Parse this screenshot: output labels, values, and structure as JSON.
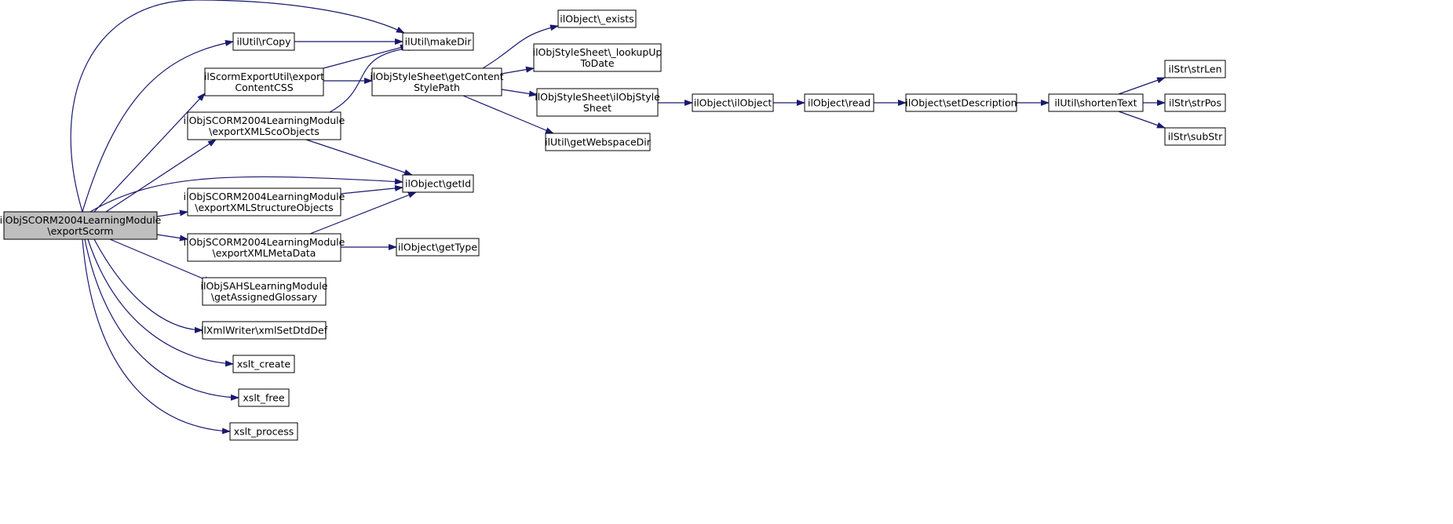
{
  "colors": {
    "edge": "#191970",
    "node_border": "#000000",
    "node_fill": "#ffffff",
    "root_fill": "#bfbfbf"
  },
  "nodes": {
    "exportScorm": {
      "lines": [
        "ilObjSCORM2004LearningModule",
        "\\exportScorm"
      ],
      "root": true
    },
    "rCopy": {
      "lines": [
        "ilUtil\\rCopy"
      ]
    },
    "makeDir": {
      "lines": [
        "ilUtil\\makeDir"
      ]
    },
    "exportContentCSS": {
      "lines": [
        "ilScormExportUtil\\export",
        "ContentCSS"
      ]
    },
    "exportXMLScoObjects": {
      "lines": [
        "ilObjSCORM2004LearningModule",
        "\\exportXMLScoObjects"
      ]
    },
    "getId": {
      "lines": [
        "ilObject\\getId"
      ]
    },
    "exportXMLStructure": {
      "lines": [
        "ilObjSCORM2004LearningModule",
        "\\exportXMLStructureObjects"
      ]
    },
    "exportXMLMetaData": {
      "lines": [
        "ilObjSCORM2004LearningModule",
        "\\exportXMLMetaData"
      ]
    },
    "getType": {
      "lines": [
        "ilObject\\getType"
      ]
    },
    "getAssignedGlossary": {
      "lines": [
        "ilObjSAHSLearningModule",
        "\\getAssignedGlossary"
      ]
    },
    "xmlSetDtdDef": {
      "lines": [
        "ilXmlWriter\\xmlSetDtdDef"
      ]
    },
    "xslt_create": {
      "lines": [
        "xslt_create"
      ]
    },
    "xslt_free": {
      "lines": [
        "xslt_free"
      ]
    },
    "xslt_process": {
      "lines": [
        "xslt_process"
      ]
    },
    "getContentStylePath": {
      "lines": [
        "ilObjStyleSheet\\getContent",
        "StylePath"
      ]
    },
    "exists": {
      "lines": [
        "ilObject\\_exists"
      ]
    },
    "lookUpToDate": {
      "lines": [
        "ilObjStyleSheet\\_lookupUp",
        "ToDate"
      ]
    },
    "ilObjStyleSheet": {
      "lines": [
        "ilObjStyleSheet\\ilObjStyle",
        "Sheet"
      ]
    },
    "getWebspaceDir": {
      "lines": [
        "ilUtil\\getWebspaceDir"
      ]
    },
    "ilObject": {
      "lines": [
        "ilObject\\ilObject"
      ]
    },
    "read": {
      "lines": [
        "ilObject\\read"
      ]
    },
    "setDescription": {
      "lines": [
        "ilObject\\setDescription"
      ]
    },
    "shortenText": {
      "lines": [
        "ilUtil\\shortenText"
      ]
    },
    "strLen": {
      "lines": [
        "ilStr\\strLen"
      ]
    },
    "strPos": {
      "lines": [
        "ilStr\\strPos"
      ]
    },
    "subStr": {
      "lines": [
        "ilStr\\subStr"
      ]
    }
  },
  "edges": [
    [
      "exportScorm",
      "makeDir"
    ],
    [
      "exportScorm",
      "rCopy"
    ],
    [
      "exportScorm",
      "exportContentCSS"
    ],
    [
      "exportScorm",
      "exportXMLScoObjects"
    ],
    [
      "exportScorm",
      "getId"
    ],
    [
      "exportScorm",
      "exportXMLStructure"
    ],
    [
      "exportScorm",
      "exportXMLMetaData"
    ],
    [
      "exportScorm",
      "getAssignedGlossary"
    ],
    [
      "exportScorm",
      "xmlSetDtdDef"
    ],
    [
      "exportScorm",
      "xslt_create"
    ],
    [
      "exportScorm",
      "xslt_free"
    ],
    [
      "exportScorm",
      "xslt_process"
    ],
    [
      "rCopy",
      "makeDir"
    ],
    [
      "exportContentCSS",
      "makeDir"
    ],
    [
      "exportContentCSS",
      "getContentStylePath"
    ],
    [
      "exportXMLScoObjects",
      "makeDir"
    ],
    [
      "exportXMLScoObjects",
      "getId"
    ],
    [
      "exportXMLStructure",
      "getId"
    ],
    [
      "exportXMLMetaData",
      "getId"
    ],
    [
      "exportXMLMetaData",
      "getType"
    ],
    [
      "getContentStylePath",
      "exists"
    ],
    [
      "getContentStylePath",
      "lookUpToDate"
    ],
    [
      "getContentStylePath",
      "ilObjStyleSheet"
    ],
    [
      "getContentStylePath",
      "getWebspaceDir"
    ],
    [
      "ilObjStyleSheet",
      "ilObject"
    ],
    [
      "ilObject",
      "read"
    ],
    [
      "read",
      "setDescription"
    ],
    [
      "setDescription",
      "shortenText"
    ],
    [
      "shortenText",
      "strLen"
    ],
    [
      "shortenText",
      "strPos"
    ],
    [
      "shortenText",
      "subStr"
    ]
  ]
}
